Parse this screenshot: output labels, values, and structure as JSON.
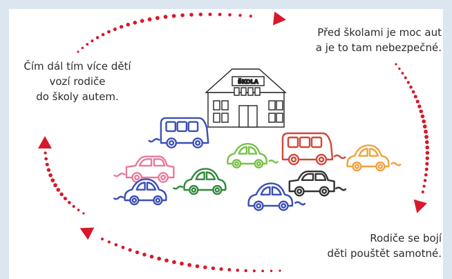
{
  "captions": {
    "left": [
      "Čím dál tím více dětí",
      "vozí rodiče",
      "do školy autem."
    ],
    "top_right": [
      "Před školami je moc aut",
      "a je to tam nebezpečné."
    ],
    "bottom_right": [
      "Rodiče se bojí",
      "děti pouštět samotné."
    ]
  },
  "school": {
    "sign": "ŠKOLA"
  },
  "colors": {
    "arrow": "#d7192b",
    "blue": "#3b4fb5",
    "pink": "#e87a9a",
    "green": "#2f8a3a",
    "lightgreen": "#77c14a",
    "red": "#d0483a",
    "orange": "#f2a23c",
    "dark": "#333333",
    "background": "#dbe6f1"
  }
}
